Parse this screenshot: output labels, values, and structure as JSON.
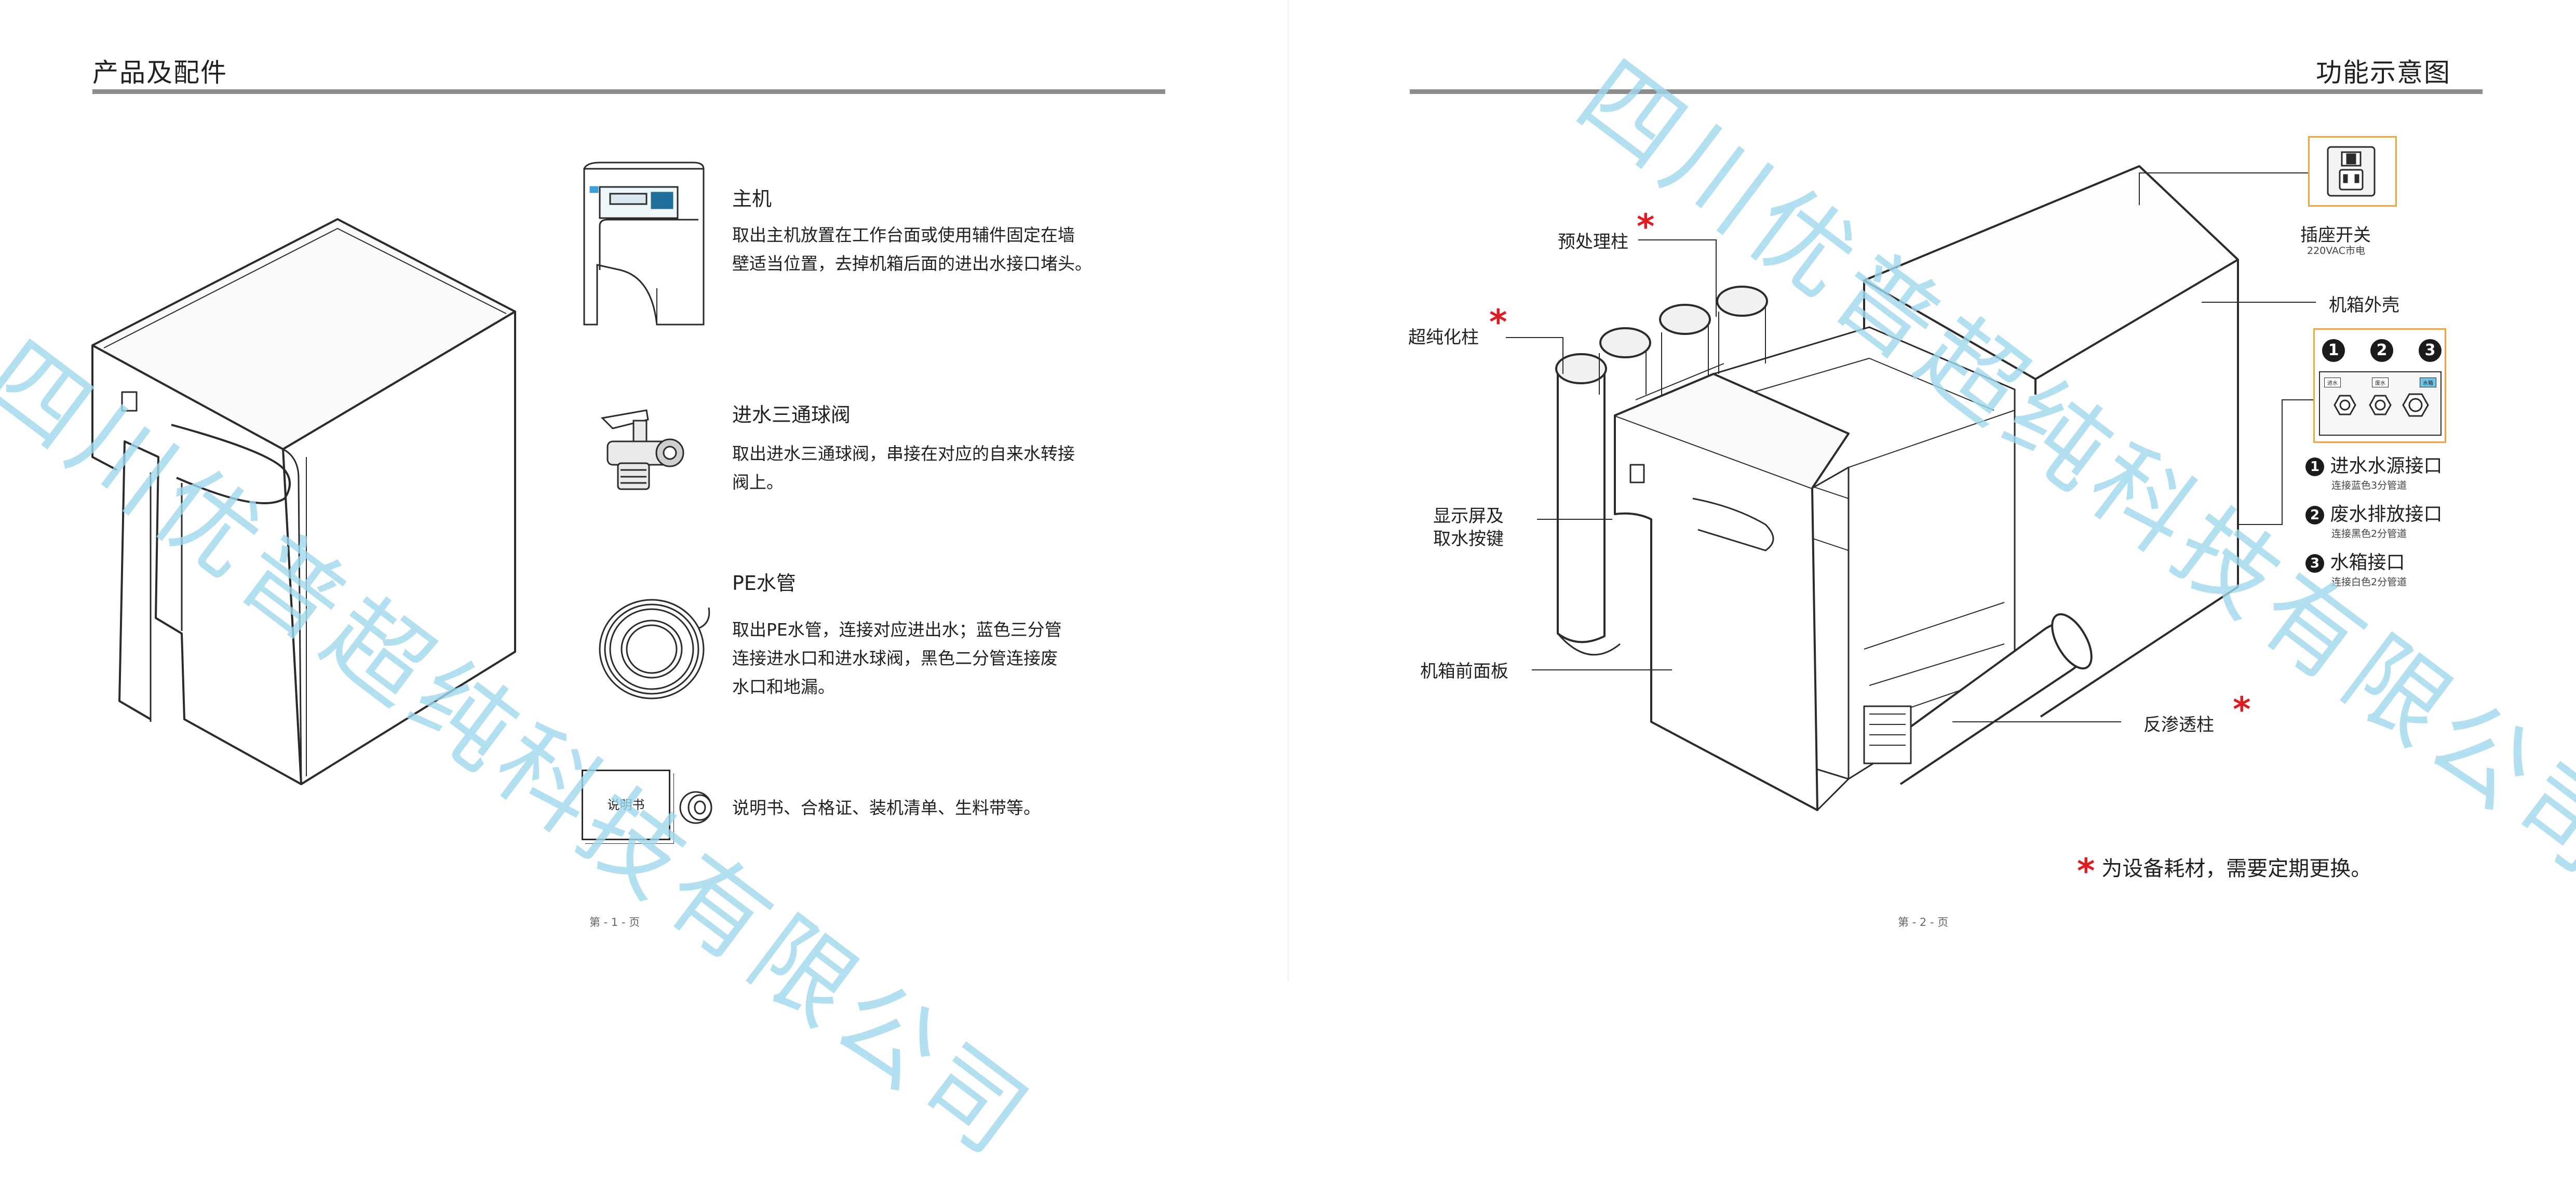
{
  "left_page": {
    "title": "产品及配件",
    "page_number": "第 - 1 - 页",
    "items": [
      {
        "title": "主机",
        "desc_lines": [
          "取出主机放置在工作台面或使用辅件固定在墙",
          "壁适当位置，去掉机箱后面的进出水接口堵头。"
        ]
      },
      {
        "title": "进水三通球阀",
        "desc_lines": [
          "取出进水三通球阀，串接在对应的自来水转接",
          "阀上。"
        ]
      },
      {
        "title": "PE水管",
        "desc_lines": [
          "取出PE水管，连接对应进出水；蓝色三分管",
          "连接进水口和进水球阀，黑色二分管连接废",
          "水口和地漏。"
        ]
      },
      {
        "manual_label": "说明书",
        "desc_lines": [
          "说明书、合格证、装机清单、生料带等。"
        ]
      }
    ]
  },
  "right_page": {
    "title": "功能示意图",
    "page_number": "第 - 2 - 页",
    "callouts": {
      "pretreatment": "预处理柱",
      "ultrapure": "超纯化柱",
      "display": "显示屏及\n取水按键",
      "front_panel": "机箱前面板",
      "ro_column": "反渗透柱",
      "socket_switch": "插座开关",
      "socket_voltage": "220VAC市电",
      "housing": "机箱外壳"
    },
    "port_numbers": [
      "1",
      "2",
      "3"
    ],
    "port_tags": [
      "进水",
      "废水",
      "水箱"
    ],
    "ports": [
      {
        "num": "1",
        "label": "进水水源接口",
        "sub": "连接蓝色3分管道"
      },
      {
        "num": "2",
        "label": "废水排放接口",
        "sub": "连接黑色2分管道"
      },
      {
        "num": "3",
        "label": "水箱接口",
        "sub": "连接白色2分管道"
      }
    ],
    "footnote": "为设备耗材，需要定期更换。",
    "star_symbol": "*"
  },
  "watermark": "四川优普超纯科技有限公司",
  "colors": {
    "rule": "#8c8c8c",
    "star": "#e11b22",
    "watermark": "#9fd9ee",
    "port_box": "#f0a640"
  }
}
